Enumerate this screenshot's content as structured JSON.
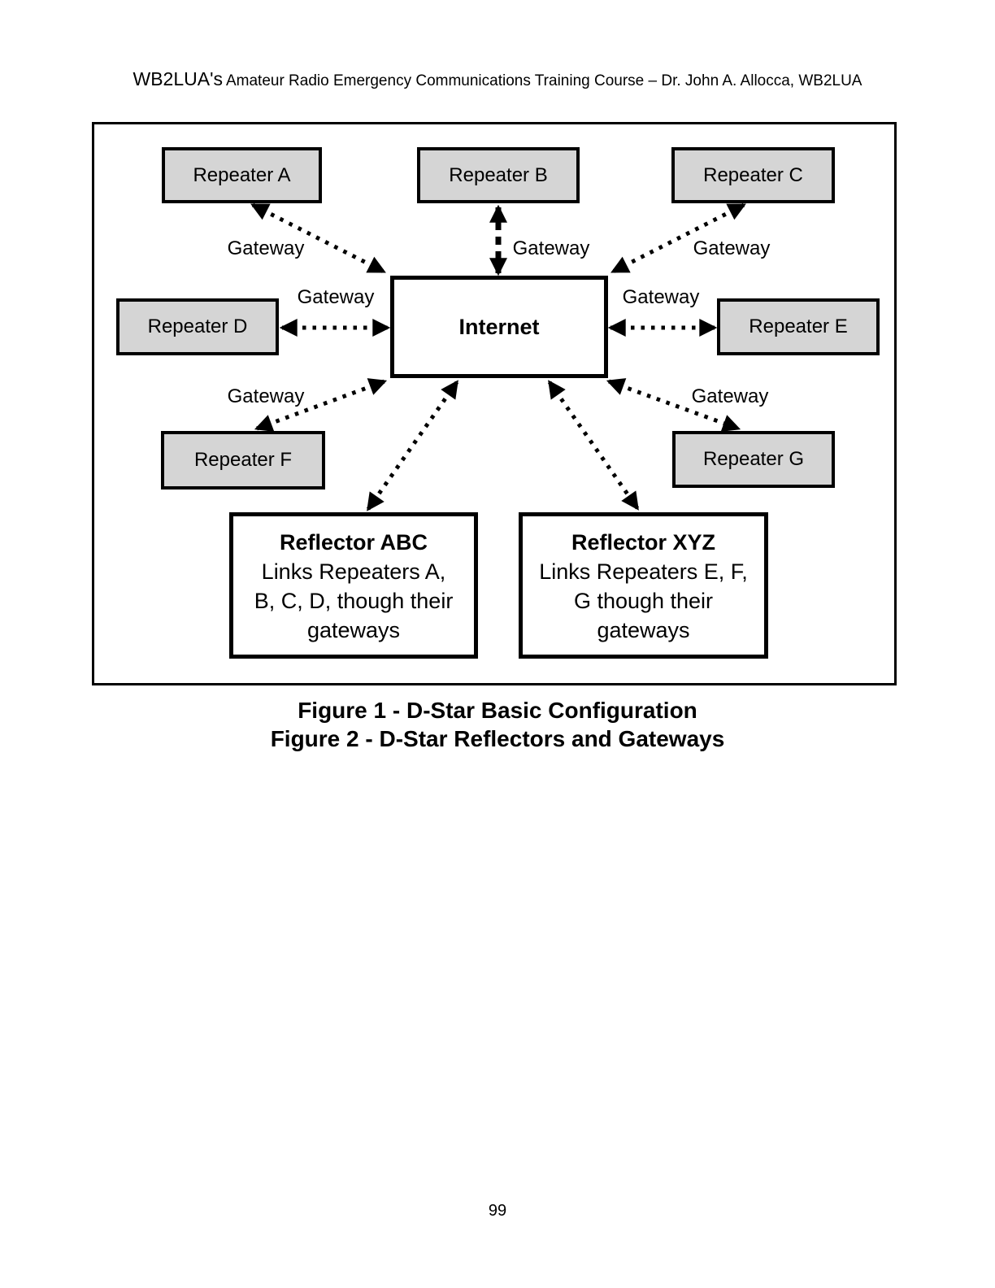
{
  "header": {
    "callsign": "WB2LUA's",
    "title_rest": "Amateur Radio Emergency Communications Training Course – Dr. John A. Allocca, WB2LUA"
  },
  "diagram": {
    "repeaters": [
      {
        "label": "Repeater A"
      },
      {
        "label": "Repeater B"
      },
      {
        "label": "Repeater C"
      },
      {
        "label": "Repeater D"
      },
      {
        "label": "Repeater E"
      },
      {
        "label": "Repeater F"
      },
      {
        "label": "Repeater G"
      }
    ],
    "internet": {
      "label": "Internet"
    },
    "gateway_labels": [
      "Gateway",
      "Gateway",
      "Gateway",
      "Gateway",
      "Gateway",
      "Gateway",
      "Gateway"
    ],
    "reflectors": [
      {
        "title": "Reflector ABC",
        "lines": [
          "Links Repeaters A,",
          "B, C, D, though their",
          "gateways"
        ]
      },
      {
        "title": "Reflector XYZ",
        "lines": [
          "Links Repeaters E, F,",
          "G though their",
          "gateways"
        ]
      }
    ]
  },
  "caption": {
    "line1": "Figure 1 - D-Star Basic Configuration",
    "line2": "Figure 2 - D-Star Reflectors and Gateways"
  },
  "page_number": "99",
  "colors": {
    "node_fill": "#d5d5d5",
    "ink": "#000000",
    "page_bg": "#ffffff"
  }
}
